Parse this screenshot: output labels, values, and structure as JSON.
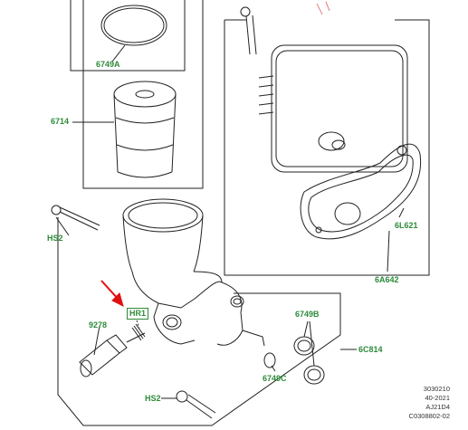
{
  "colors": {
    "label": "#2e8b3a",
    "line": "#222222",
    "arrow": "#e01010"
  },
  "labels": {
    "oil_filter_oring": "6749A",
    "oil_filter_element": "6714",
    "bolt_top_left": "HS2",
    "bolt_bottom": "HS2",
    "sensor_oring": "HR1",
    "pressure_switch": "9278",
    "gasket": "6L621",
    "oil_cooler": "6A642",
    "seal_c": "6749C",
    "seal_b": "6749B",
    "housing": "6C814"
  },
  "meta_lines": [
    "3030210",
    "40-2021",
    "AJ21D4",
    "C0308802-02"
  ]
}
